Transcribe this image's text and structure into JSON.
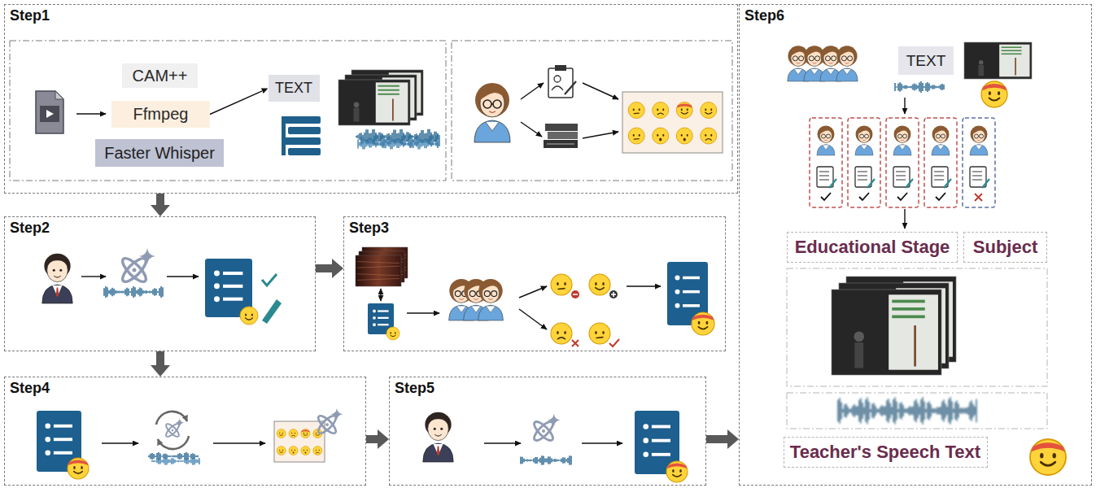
{
  "diagram": {
    "nodes": [
      {
        "text": [
          "Step1"
        ]
      },
      {
        "text": [
          "CAM++"
        ],
        "in": 0
      },
      {
        "text": [
          "Ffmpeg"
        ],
        "in": 0
      },
      {
        "text": [
          "Faster Whisper"
        ],
        "in": 0
      },
      {
        "text": [
          "TEXT"
        ],
        "in": 0
      },
      {
        "text": [
          "Step2"
        ]
      },
      {
        "text": [
          "Step3"
        ]
      },
      {
        "text": [
          "Step4"
        ]
      },
      {
        "text": [
          "Step5"
        ]
      },
      {
        "text": [
          "Step6"
        ]
      },
      {
        "text": [
          "TEXT"
        ],
        "in": 9
      },
      {
        "text": [
          "Educational Stage"
        ],
        "in": 9
      },
      {
        "text": [
          "Subject"
        ],
        "in": 9
      },
      {
        "text": [
          "Teacher's Speech Text"
        ],
        "in": 9
      }
    ],
    "edges": [
      {
        "from": 0,
        "to": 5,
        "arrow": "to"
      },
      {
        "from": 5,
        "to": 6,
        "arrow": "to"
      },
      {
        "from": 5,
        "to": 7,
        "arrow": "to"
      },
      {
        "from": 7,
        "to": 8,
        "arrow": "to"
      },
      {
        "from": 8,
        "to": 9,
        "arrow": "to"
      },
      {
        "from": 2,
        "to": 4,
        "arrow": "to"
      }
    ]
  }
}
